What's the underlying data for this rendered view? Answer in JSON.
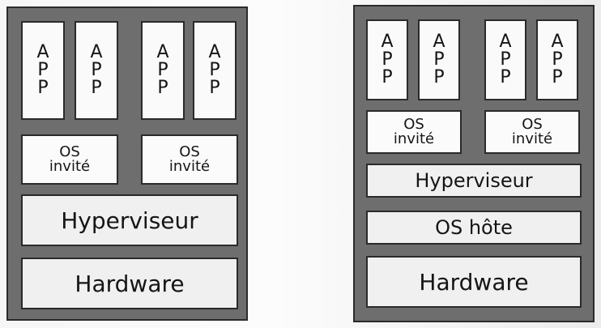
{
  "labels": {
    "app": [
      "A",
      "P",
      "P"
    ],
    "os": "OS",
    "invite": "invité",
    "hypervisor": "Hyperviseur",
    "host_os": "OS hôte",
    "hardware": "Hardware"
  },
  "colors": {
    "frame": "#6e6e6e",
    "block": "#f0f0f0",
    "outline": "#2a2a2a"
  }
}
